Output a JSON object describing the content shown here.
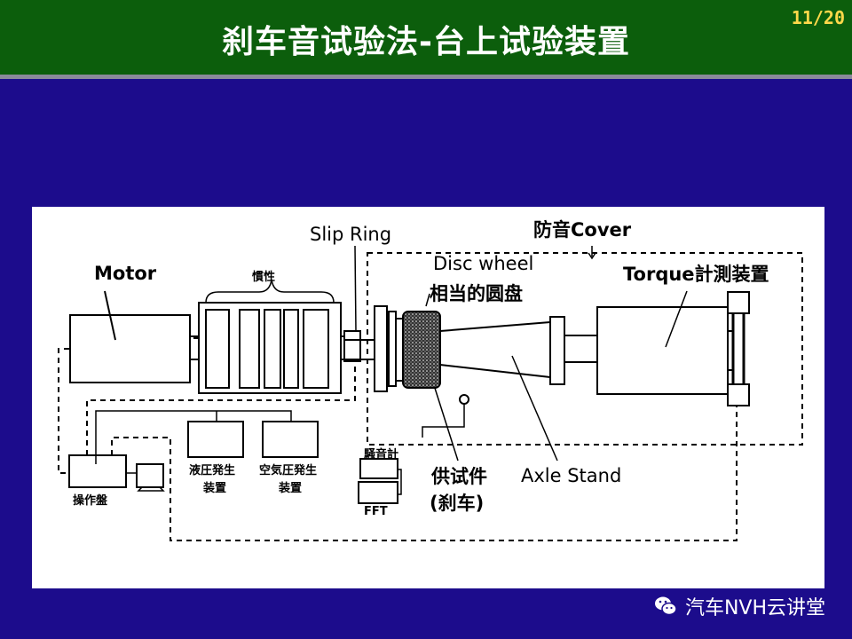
{
  "header": {
    "title": "刹车音试验法-台上试验装置",
    "page": "11/20"
  },
  "diagram": {
    "labels": {
      "motor": "Motor",
      "inertia": "慣性",
      "slip_ring": "Slip Ring",
      "cover": "防音Cover",
      "disc_wheel": "Disc wheel",
      "disc_equiv": "相当的圆盘",
      "torque": "Torque計測装置",
      "hydraulic": [
        "液圧発生",
        "装置"
      ],
      "pneumatic": [
        "空気圧発生",
        "装置"
      ],
      "noise_meter": "騒音計",
      "fft": "FFT",
      "console": "操作盤",
      "specimen": [
        "供试件",
        "(刹车)"
      ],
      "axle_stand": "Axle Stand"
    }
  },
  "watermark": {
    "text": "汽车NVH云讲堂"
  }
}
